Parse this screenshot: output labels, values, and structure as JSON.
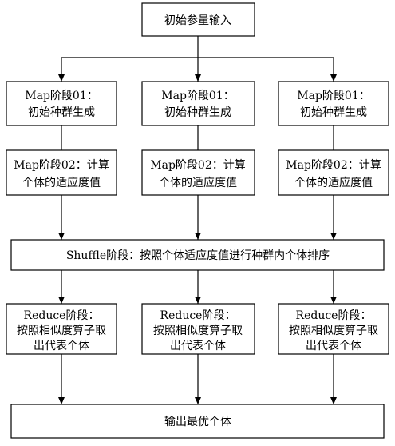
{
  "nodes": {
    "start": {
      "lines": [
        "初始参量输入"
      ]
    },
    "map01": [
      {
        "lines": [
          "Map阶段01：",
          "初始种群生成"
        ]
      },
      {
        "lines": [
          "Map阶段01：",
          "初始种群生成"
        ]
      },
      {
        "lines": [
          "Map阶段01：",
          "初始种群生成"
        ]
      }
    ],
    "map02": [
      {
        "lines": [
          "Map阶段02：计算",
          "个体的适应度值"
        ]
      },
      {
        "lines": [
          "Map阶段02：计算",
          "个体的适应度值"
        ]
      },
      {
        "lines": [
          "Map阶段02：计算",
          "个体的适应度值"
        ]
      }
    ],
    "shuffle": {
      "lines": [
        "Shuffle阶段：按照个体适应度值进行种群内个体排序"
      ]
    },
    "reduce": [
      {
        "lines": [
          "Reduce阶段：",
          "按照相似度算子取",
          "出代表个体"
        ]
      },
      {
        "lines": [
          "Reduce阶段：",
          "按照相似度算子取",
          "出代表个体"
        ]
      },
      {
        "lines": [
          "Reduce阶段：",
          "按照相似度算子取",
          "出代表个体"
        ]
      }
    ],
    "output": {
      "lines": [
        "输出最优个体"
      ]
    }
  }
}
